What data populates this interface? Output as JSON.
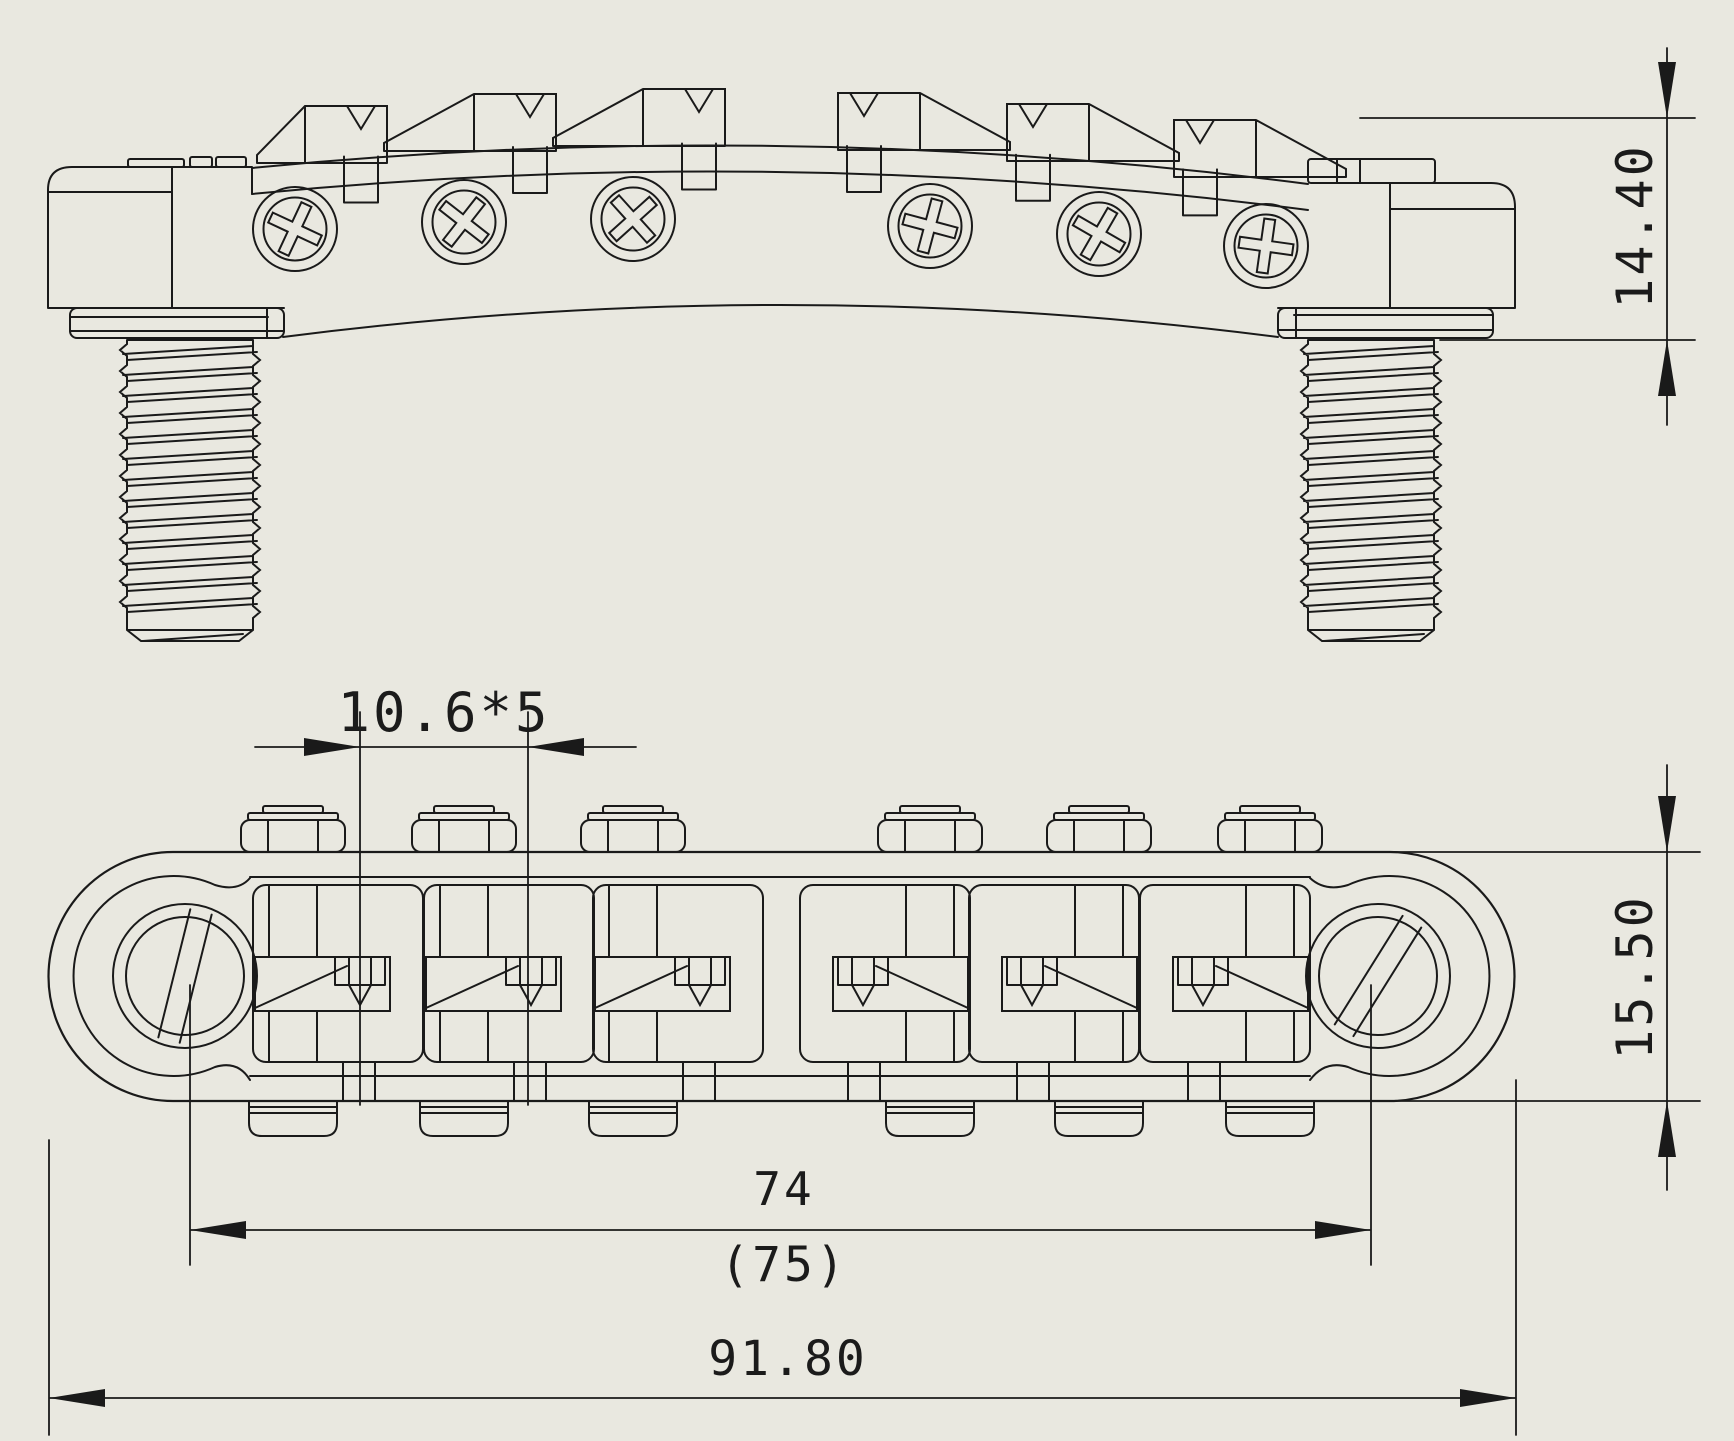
{
  "drawing": {
    "background_color": "#e9e8e0",
    "line_color": "#1a1a1a",
    "dimensions": {
      "bridge_height": "14.40",
      "string_pitch": "10.6*5",
      "body_width": "15.50",
      "post_spacing": "74",
      "post_spacing_ref": "(75)",
      "overall_length": "91.80"
    },
    "views": {
      "side_view": {
        "saddles": 6,
        "phillips_adjustment_screws": 6,
        "threaded_mounting_posts": 2,
        "thumbwheel_washers": 2
      },
      "plan_view": {
        "saddle_windows": 6,
        "hex_nuts": 6,
        "threaded_studs": 6,
        "slotted_post_screws": 2
      }
    }
  }
}
